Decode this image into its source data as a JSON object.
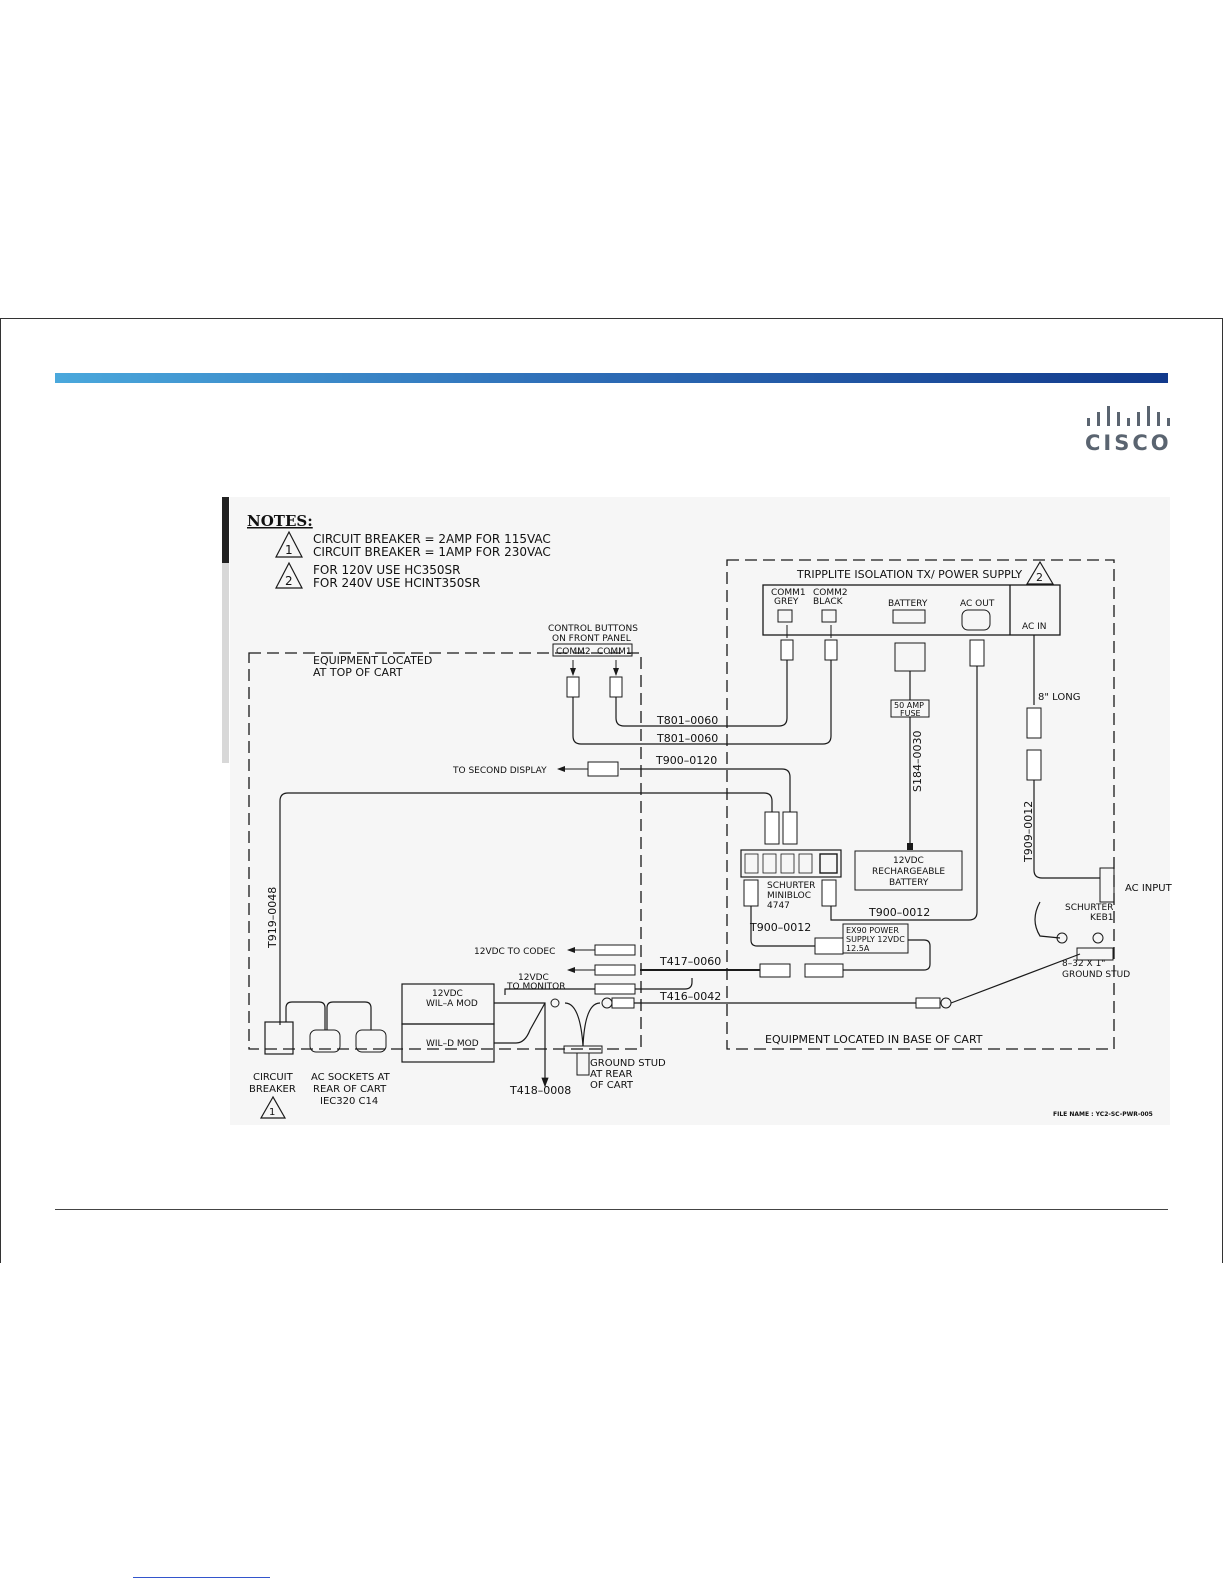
{
  "notes": {
    "title": "NOTES:",
    "note1_line1": "CIRCUIT BREAKER = 2AMP FOR 115VAC",
    "note1_line2": "CIRCUIT BREAKER = 1AMP FOR 230VAC",
    "note2_line1": "FOR 120V USE HC350SR",
    "note2_line2": "FOR 240V USE HCINT350SR",
    "marker1": "1",
    "marker2": "2"
  },
  "labels": {
    "tripplite": "TRIPPLITE ISOLATION TX/ POWER SUPPLY",
    "comm1_a": "COMM1",
    "comm1_b": "GREY",
    "comm2_a": "COMM2",
    "comm2_b": "BLACK",
    "battery": "BATTERY",
    "ac_out": "AC OUT",
    "ac_in": "AC IN",
    "control_a": "CONTROL BUTTONS",
    "control_b": "ON FRONT PANEL",
    "comm2": "COMM2",
    "comm1": "COMM1",
    "equip_top_a": "EQUIPMENT LOCATED",
    "equip_top_b": "AT TOP OF CART",
    "eight_long": "8\" LONG",
    "fuse_a": "50 AMP",
    "fuse_b": "FUSE",
    "s184": "S184–0030",
    "t801_a": "T801–0060",
    "t801_b": "T801–0060",
    "t900_0120": "T900–0120",
    "to_second_display": "TO SECOND DISPLAY",
    "t919": "T919–0048",
    "t909": "T909–0012",
    "batt_a": "12VDC",
    "batt_b": "RECHARGEABLE",
    "batt_c": "BATTERY",
    "schurter_a": "SCHURTER",
    "schurter_b": "MINIBLOC",
    "schurter_c": "4747",
    "ac_input": "AC INPUT",
    "schurter_keb_a": "SCHURTER",
    "schurter_keb_b": "KEB1",
    "t900_0012_a": "T900–0012",
    "t900_0012_b": "T900–0012",
    "ex90_a": "EX90 POWER",
    "ex90_b": "SUPPLY 12VDC",
    "ex90_c": "12.5A",
    "to_codec": "12VDC TO CODEC",
    "t417": "T417–0060",
    "to_monitor_a": "12VDC",
    "to_monitor_b": "TO MONITOR",
    "wila_a": "12VDC",
    "wila_b": "WIL–A MOD",
    "wild": "WIL–D MOD",
    "t416": "T416–0042",
    "ground_stud_a": "8–32 X 1\"",
    "ground_stud_b": "GROUND STUD",
    "equip_base": "EQUIPMENT LOCATED IN BASE OF CART",
    "cb_a": "CIRCUIT",
    "cb_b": "BREAKER",
    "ac_sockets_a": "AC SOCKETS AT",
    "ac_sockets_b": "REAR OF CART",
    "ac_sockets_c": "IEC320 C14",
    "t418": "T418–0008",
    "gs_rear_a": "GROUND STUD",
    "gs_rear_b": "AT REAR",
    "gs_rear_c": "OF CART",
    "file_name": "FILE NAME :  YC2-SC-PWR-005"
  },
  "colors": {
    "bar_start": "#4aa8dc",
    "bar_end": "#123a8c",
    "logo": "#5a6470",
    "line": "#1a1a1a"
  },
  "icons": {
    "logo": "cisco-logo-icon"
  }
}
